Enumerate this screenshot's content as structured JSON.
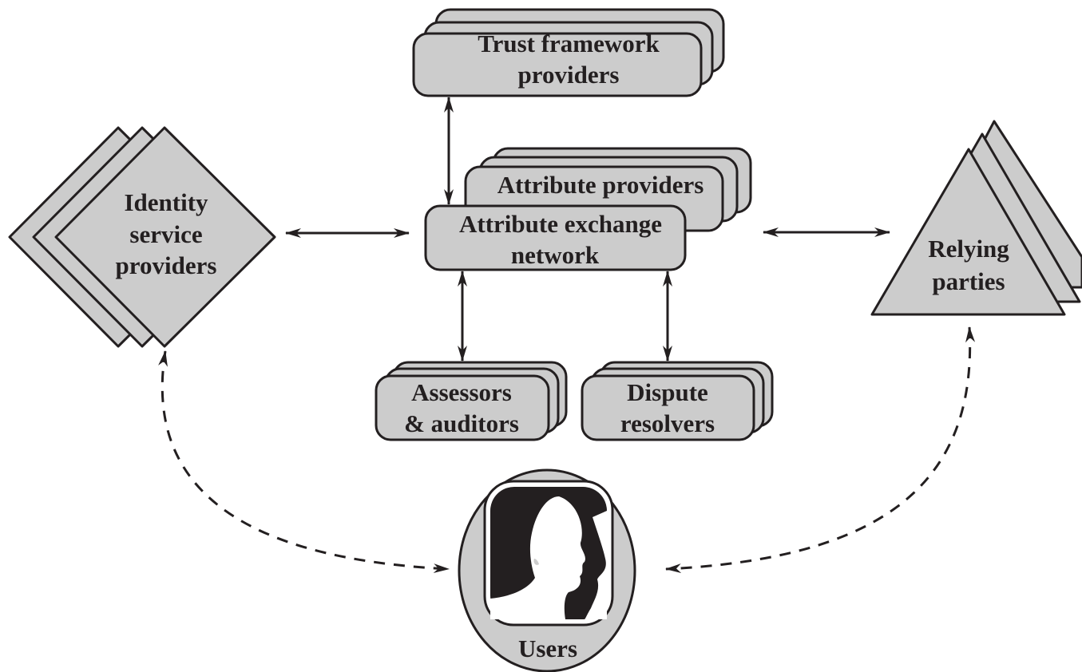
{
  "nodes": {
    "trust_framework": {
      "line1": "Trust framework",
      "line2": "providers"
    },
    "attribute_providers": {
      "label": "Attribute providers"
    },
    "attribute_exchange": {
      "line1": "Attribute exchange",
      "line2": "network"
    },
    "identity_service": {
      "line1": "Identity",
      "line2": "service",
      "line3": "providers"
    },
    "relying_parties": {
      "line1": "Relying",
      "line2": "parties"
    },
    "assessors": {
      "line1": "Assessors",
      "line2": "& auditors"
    },
    "dispute": {
      "line1": "Dispute",
      "line2": "resolvers"
    },
    "users": {
      "label": "Users"
    }
  },
  "colors": {
    "shape_fill": "#cccccc",
    "stroke": "#231f20",
    "background": "#ffffff"
  },
  "icons": {
    "users": "two-faces-profile-icon"
  }
}
